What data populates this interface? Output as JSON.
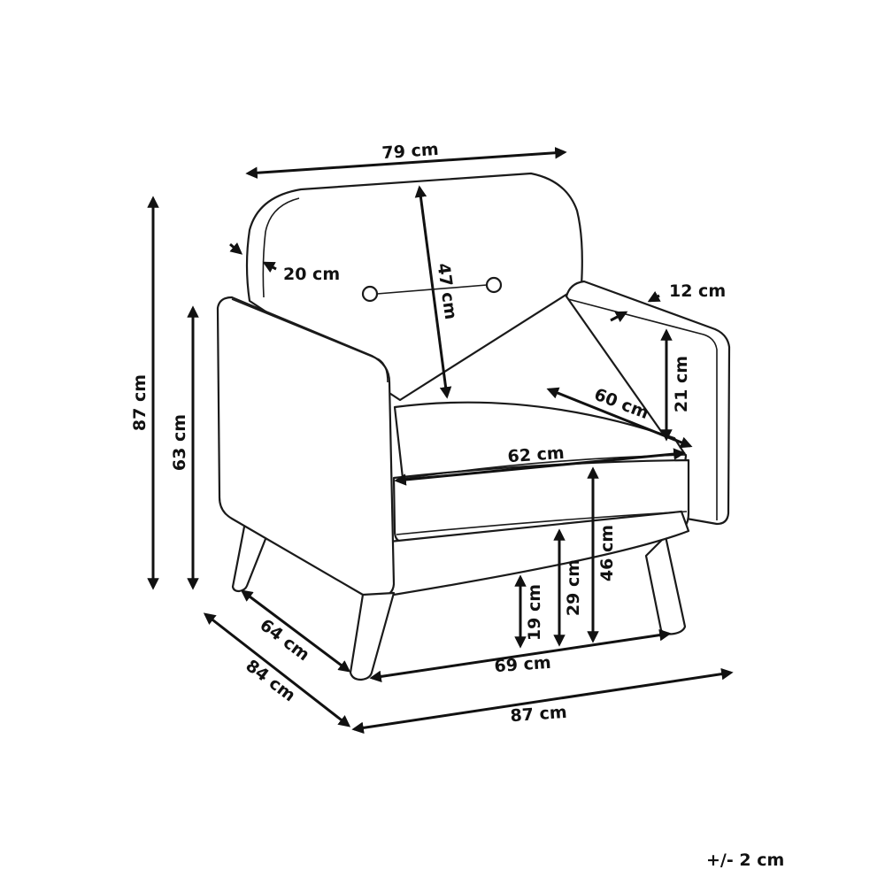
{
  "dimensions": {
    "backrest_width": "79 cm",
    "total_height": "87 cm",
    "armrest_height": "63 cm",
    "backrest_depth": "20 cm",
    "backrest_height": "47 cm",
    "armrest_width": "12 cm",
    "armrest_to_seat": "21 cm",
    "seat_depth": "60 cm",
    "seat_width": "62 cm",
    "seat_height": "46 cm",
    "seat_cushion_bottom": "29 cm",
    "leg_height": "19 cm",
    "inner_depth": "64 cm",
    "leg_span": "69 cm",
    "total_depth": "84 cm",
    "total_width": "87 cm"
  },
  "tolerance": "+/- 2 cm"
}
